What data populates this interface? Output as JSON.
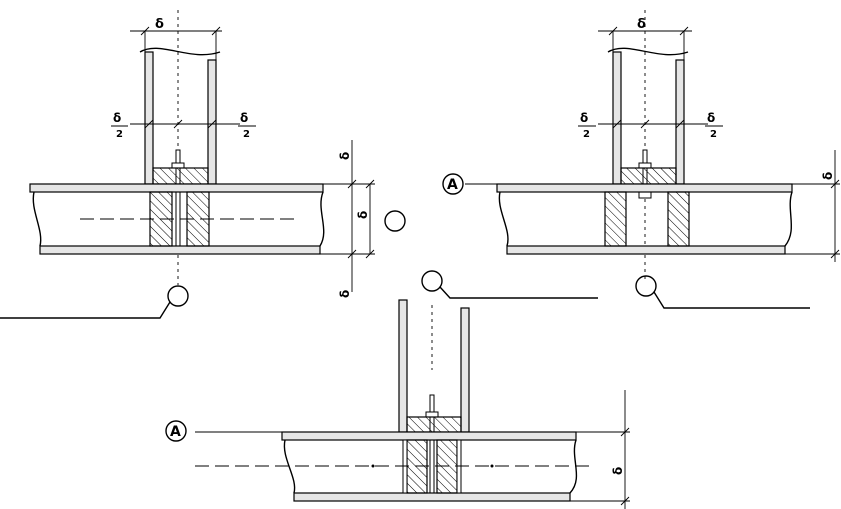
{
  "labels": {
    "delta": "δ",
    "half_num": "δ",
    "half_den": "2",
    "section_a": "A"
  }
}
